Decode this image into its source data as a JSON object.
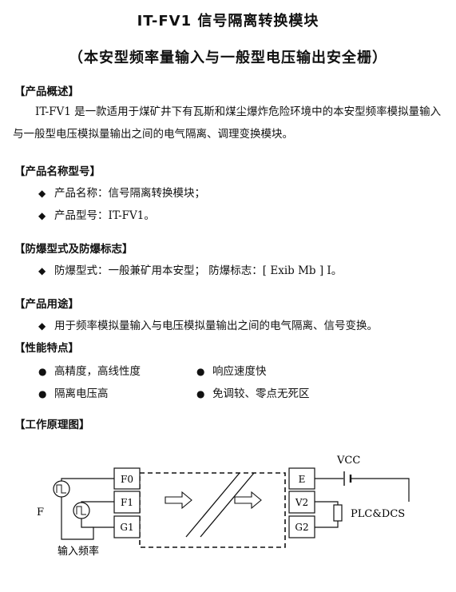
{
  "title": "IT-FV1 信号隔离转换模块",
  "subtitle": "（本安型频率量输入与一般型电压输出安全栅）",
  "sections": {
    "overview": {
      "heading": "【产品概述】",
      "text": "IT-FV1 是一款适用于煤矿井下有瓦斯和煤尘爆炸危险环境中的本安型频率模拟量输入与一般型电压模拟量输出之间的电气隔离、调理变换模块。"
    },
    "model": {
      "heading": "【产品名称型号】",
      "items": [
        "产品名称：信号隔离转换模块；",
        "产品型号：IT-FV1。"
      ]
    },
    "explosion": {
      "heading": "【防爆型式及防爆标志】",
      "items": [
        "防爆型式：一般兼矿用本安型；  防爆标志：[ Exib Mb ] I。"
      ]
    },
    "usage": {
      "heading": "【产品用途】",
      "items": [
        "用于频率模拟量输入与电压模拟量输出之间的电气隔离、信号变换。"
      ]
    },
    "features": {
      "heading": "【性能特点】",
      "items": [
        "高精度，高线性度",
        "响应速度快",
        "隔离电压高",
        "免调较、零点无死区"
      ]
    },
    "principle": {
      "heading": "【工作原理图】"
    }
  },
  "markers": {
    "diamond": "◆",
    "bullet": "●"
  },
  "diagram": {
    "left_terminals": [
      "F0",
      "F1",
      "G1"
    ],
    "right_terminals": [
      "E",
      "V2",
      "G2"
    ],
    "vcc": "VCC",
    "load": "PLC&DCS",
    "f_label": "F",
    "input_label": "输入频率"
  }
}
